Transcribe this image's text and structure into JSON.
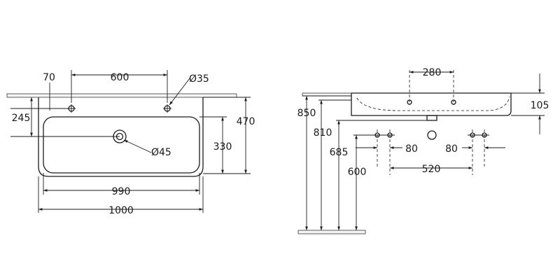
{
  "front_view": {
    "dim_tap_offset": "70",
    "dim_tap_spacing": "600",
    "dim_tap_hole": "Ø35",
    "dim_tap_height": "245",
    "dim_overall_depth": "470",
    "dim_bowl_depth": "330",
    "dim_drain": "Ø45",
    "dim_bowl_width": "990",
    "dim_overall_width": "1000"
  },
  "side_view": {
    "dim_tap_spacing": "280",
    "dim_rim_height": "850",
    "dim_rim_thickness": "105",
    "dim_bottom_height": "810",
    "dim_waste_height": "685",
    "dim_supply_height": "600",
    "dim_supply_left": "80",
    "dim_supply_right": "80",
    "dim_supply_spacing": "520"
  }
}
